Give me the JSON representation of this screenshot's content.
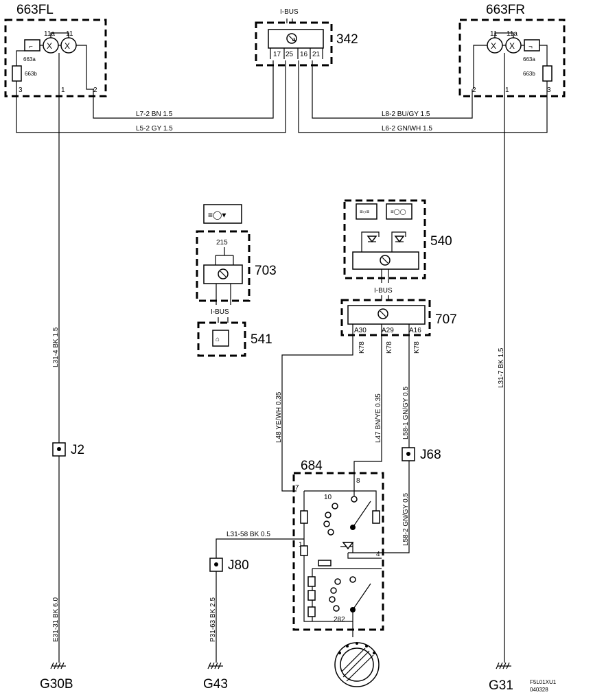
{
  "modules": {
    "fl": "663FL",
    "fr": "663FR",
    "m342": "342",
    "m540": "540",
    "m541": "541",
    "m684": "684",
    "m703": "703",
    "m707": "707"
  },
  "bus": {
    "top": "I-BUS",
    "left": "I-BUS",
    "right": "I-BUS"
  },
  "pins_342": [
    "17",
    "25",
    "16",
    "21"
  ],
  "pins_707": [
    "A30",
    "A29",
    "A16"
  ],
  "lamp_labels": {
    "fl_11a": "11a",
    "fl_11": "11",
    "fl_663a": "663a",
    "fl_663b": "663b",
    "fr_11": "11",
    "fr_11a": "11a",
    "fr_663a": "663a",
    "fr_663b": "663b"
  },
  "pin_numbers": {
    "fl_3": "3",
    "fl_1": "1",
    "fl_2": "2",
    "fr_2": "2",
    "fr_1": "1",
    "fr_3": "3"
  },
  "wires": {
    "l7": "L7-2   BN   1.5",
    "l5": "L5-2   GY   1.5",
    "l8": "L8-2  BU/GY  1.5",
    "l6": "L6-2  GN/WH 1.5",
    "l31_4": "L31-4  BK  1.5",
    "l31_7": "L31-7  BK  1.5",
    "e31": "E31-31  BK  6.0",
    "p31": "P31-63  BK  2.5",
    "l31_58": "L31-58   BK     0.5",
    "l48": "L48  YE/WH  0.35",
    "l47": "L47  BN/YE  0.35",
    "l58_1": "L58-1  GN/GY  0.5",
    "l58_2": "L58-2  GN/GY  0.5"
  },
  "k78": [
    "K78",
    "K78",
    "K78"
  ],
  "relay_215": "215",
  "switch_labels": {
    "p10": "10",
    "p8": "8",
    "p7": "7",
    "p1": "1",
    "p4": "4",
    "p282": "282"
  },
  "connectors": {
    "j2": "J2",
    "j68": "J68",
    "j80": "J80"
  },
  "grounds": {
    "g30b": "G30B",
    "g43": "G43",
    "g31": "G31"
  },
  "drawing_id": [
    "F5L01XU1",
    "040328"
  ]
}
